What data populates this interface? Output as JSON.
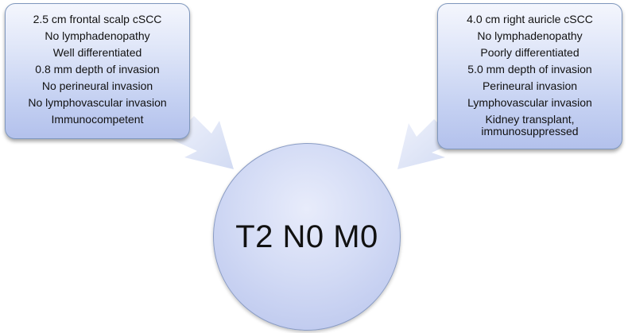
{
  "left_box": {
    "lines": [
      "2.5 cm frontal scalp cSCC",
      "No lymphadenopathy",
      "Well differentiated",
      "0.8 mm depth of invasion",
      "No perineural invasion",
      "No lymphovascular invasion",
      "Immunocompetent"
    ]
  },
  "right_box": {
    "lines": [
      "4.0 cm right auricle cSCC",
      "No lymphadenopathy",
      "Poorly differentiated",
      "5.0 mm depth of invasion",
      "Perineural invasion",
      "Lymphovascular invasion",
      "Kidney transplant, immunosuppressed"
    ]
  },
  "center": {
    "label": "T2 N0 M0"
  },
  "colors": {
    "box_fill_top": "#f4f6fd",
    "box_fill_bottom": "#b3c1ec",
    "arrow_fill": "#dfe5f7",
    "border": "#7f97bd"
  }
}
